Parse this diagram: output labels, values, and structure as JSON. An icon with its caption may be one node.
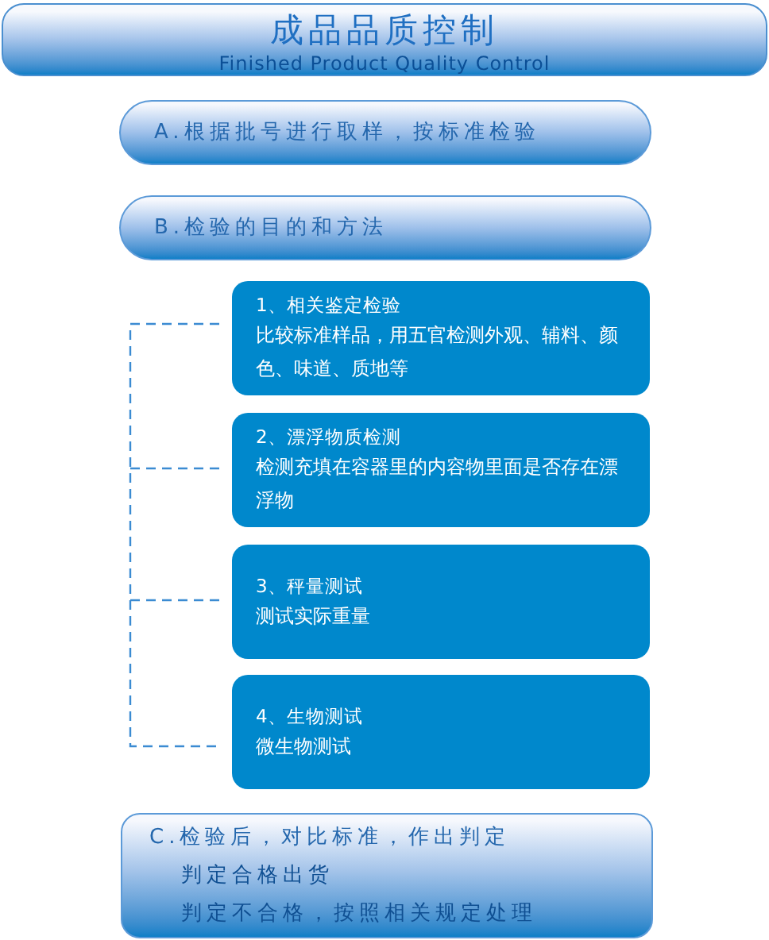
{
  "diagram": {
    "nodes": [
      {
        "text": [
          "成品品质控制",
          "Finished Product Quality Control"
        ]
      },
      {
        "text": [
          "A.根据批号进行取样，按标准检验"
        ]
      },
      {
        "text": [
          "B.检验的目的和方法"
        ]
      },
      {
        "text": [
          "1、相关鉴定检验",
          "比较标准样品，用五官检测外观、辅料、颜色、味道、质地等"
        ]
      },
      {
        "text": [
          "2、漂浮物质检测",
          "检测充填在容器里的内容物里面是否存在漂浮物"
        ]
      },
      {
        "text": [
          "3、秤量测试",
          "测试实际重量"
        ]
      },
      {
        "text": [
          "4、生物测试",
          "微生物测试"
        ]
      },
      {
        "text": [
          "C.检验后，对比标准，作出判定",
          "判定合格出货",
          "判定不合格，按照相关规定处理"
        ]
      }
    ]
  }
}
